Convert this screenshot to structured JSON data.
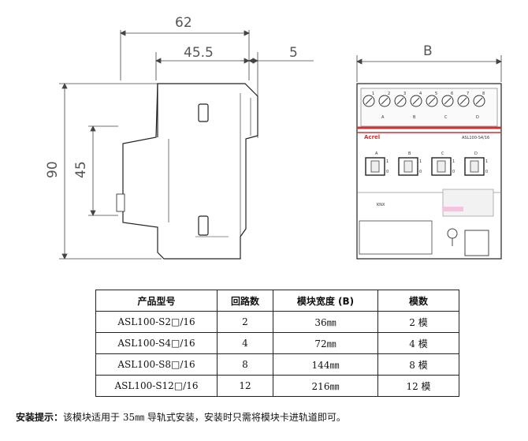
{
  "dimensions": {
    "overall_depth": "62",
    "body_depth": "45.5",
    "offset": "5",
    "overall_height": "90",
    "front_height": "45",
    "width": "B"
  },
  "device_front": {
    "brand": "Acrel",
    "model": "ASL100-S4/16",
    "channel_labels": [
      "A",
      "B",
      "C",
      "D"
    ],
    "terminal_numbers": [
      "1",
      "2",
      "3",
      "4",
      "5",
      "6",
      "7",
      "8"
    ],
    "knx_mark": "KNX"
  },
  "table": {
    "headers": [
      "产品型号",
      "回路数",
      "模块宽度 (B)",
      "模数"
    ],
    "rows": [
      [
        "ASL100-S2□/16",
        "2",
        "36㎜",
        "2 模"
      ],
      [
        "ASL100-S4□/16",
        "4",
        "72㎜",
        "4 模"
      ],
      [
        "ASL100-S8□/16",
        "8",
        "144㎜",
        "8 模"
      ],
      [
        "ASL100-S12□/16",
        "12",
        "216㎜",
        "12 模"
      ]
    ]
  },
  "note": {
    "label": "安装提示：",
    "text": "该模块适用于 35㎜ 导轨式安装，安装时只需将模块卡进轨道即可。"
  }
}
